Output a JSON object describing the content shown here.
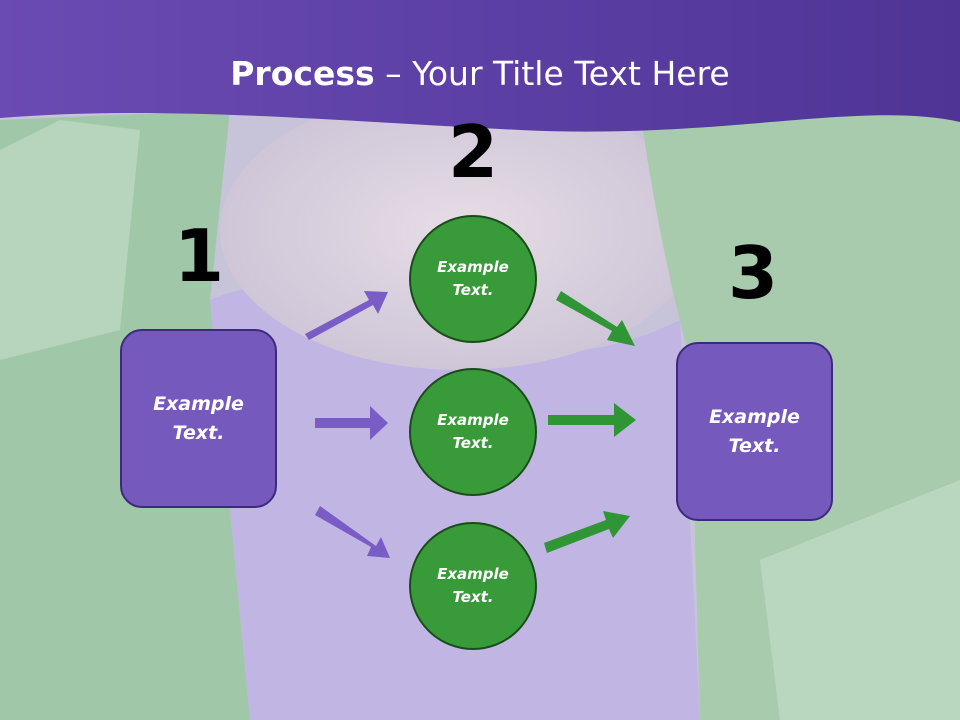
{
  "title": {
    "bold": "Process",
    "rest": " – Your Title Text Here"
  },
  "steps": [
    {
      "number": "1"
    },
    {
      "number": "2"
    },
    {
      "number": "3"
    }
  ],
  "left_box": {
    "line1": "Example",
    "line2": "Text."
  },
  "right_box": {
    "line1": "Example",
    "line2": "Text."
  },
  "circles": [
    {
      "line1": "Example",
      "line2": "Text."
    },
    {
      "line1": "Example",
      "line2": "Text."
    },
    {
      "line1": "Example",
      "line2": "Text."
    }
  ],
  "colors": {
    "header": "#5f41a8",
    "box_fill": "#7559bd",
    "circle_fill": "#399a3a",
    "purple_arrow": "#7a5cc6",
    "green_arrow": "#2f9535"
  }
}
